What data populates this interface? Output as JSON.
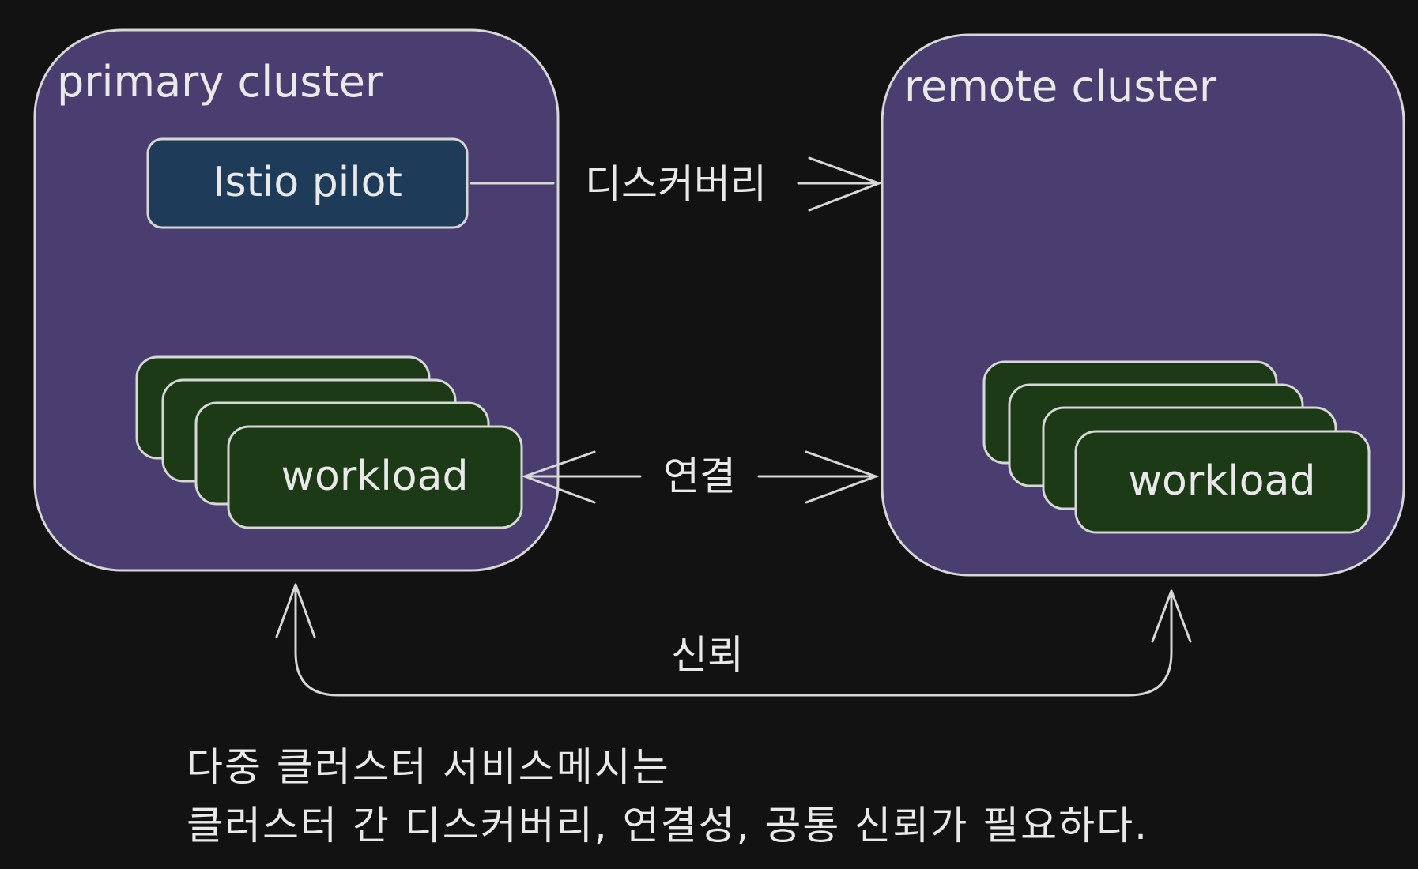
{
  "colors": {
    "background": "#121212",
    "cluster_fill": "#4a3d70",
    "pilot_fill": "#1f3b5a",
    "workload_fill": "#1d3a17",
    "stroke": "#d7d7d7",
    "text": "#e9e9e9"
  },
  "clusters": {
    "primary": {
      "title": "primary cluster"
    },
    "remote": {
      "title": "remote cluster"
    }
  },
  "pilot": {
    "label": "Istio pilot"
  },
  "workloads": {
    "primary": {
      "label": "workload"
    },
    "remote": {
      "label": "workload"
    }
  },
  "edges": {
    "discovery": {
      "label": "디스커버리"
    },
    "connection": {
      "label": "연결"
    },
    "trust": {
      "label": "신뢰"
    }
  },
  "caption": {
    "line1": "다중 클러스터 서비스메시는",
    "line2": "클러스터 간 디스커버리, 연결성, 공통 신뢰가 필요하다."
  }
}
